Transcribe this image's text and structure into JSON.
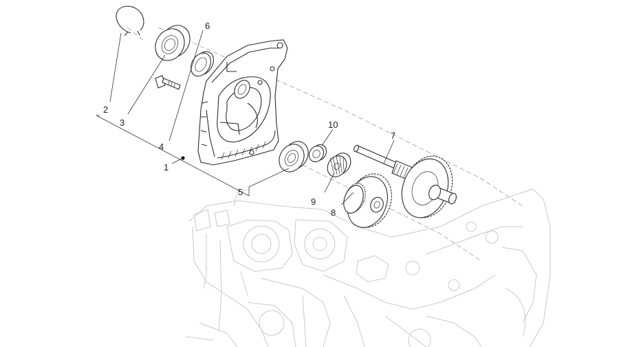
{
  "diagram": {
    "part_labels": [
      {
        "id": "1",
        "text": "1"
      },
      {
        "id": "2",
        "text": "2"
      },
      {
        "id": "3",
        "text": "3"
      },
      {
        "id": "4",
        "text": "4"
      },
      {
        "id": "5",
        "text": "5"
      },
      {
        "id": "6",
        "text": "6"
      },
      {
        "id": "7",
        "text": "7"
      },
      {
        "id": "8",
        "text": "8"
      },
      {
        "id": "9",
        "text": "9"
      },
      {
        "id": "10",
        "text": "10"
      }
    ],
    "parts": [
      {
        "id": "circlip-icon",
        "label": "2"
      },
      {
        "id": "bearing-icon",
        "label": "3"
      },
      {
        "id": "bolt-icon",
        "label": "4"
      },
      {
        "id": "oil-seal-icon",
        "label": "6"
      },
      {
        "id": "gearbox-cover-icon",
        "label": "1"
      },
      {
        "id": "bearing-icon",
        "label": "5"
      },
      {
        "id": "washer-icon",
        "label": "10"
      },
      {
        "id": "pinion-gear-icon",
        "label": "9"
      },
      {
        "id": "intermediate-gear-icon",
        "label": "8"
      },
      {
        "id": "drive-shaft-gear-icon",
        "label": "7"
      }
    ],
    "colors": {
      "ink": "#2a2a2a",
      "ghost_engine": "#c9c9c9",
      "axis": "#9a9a9a",
      "background": "#ffffff"
    }
  }
}
